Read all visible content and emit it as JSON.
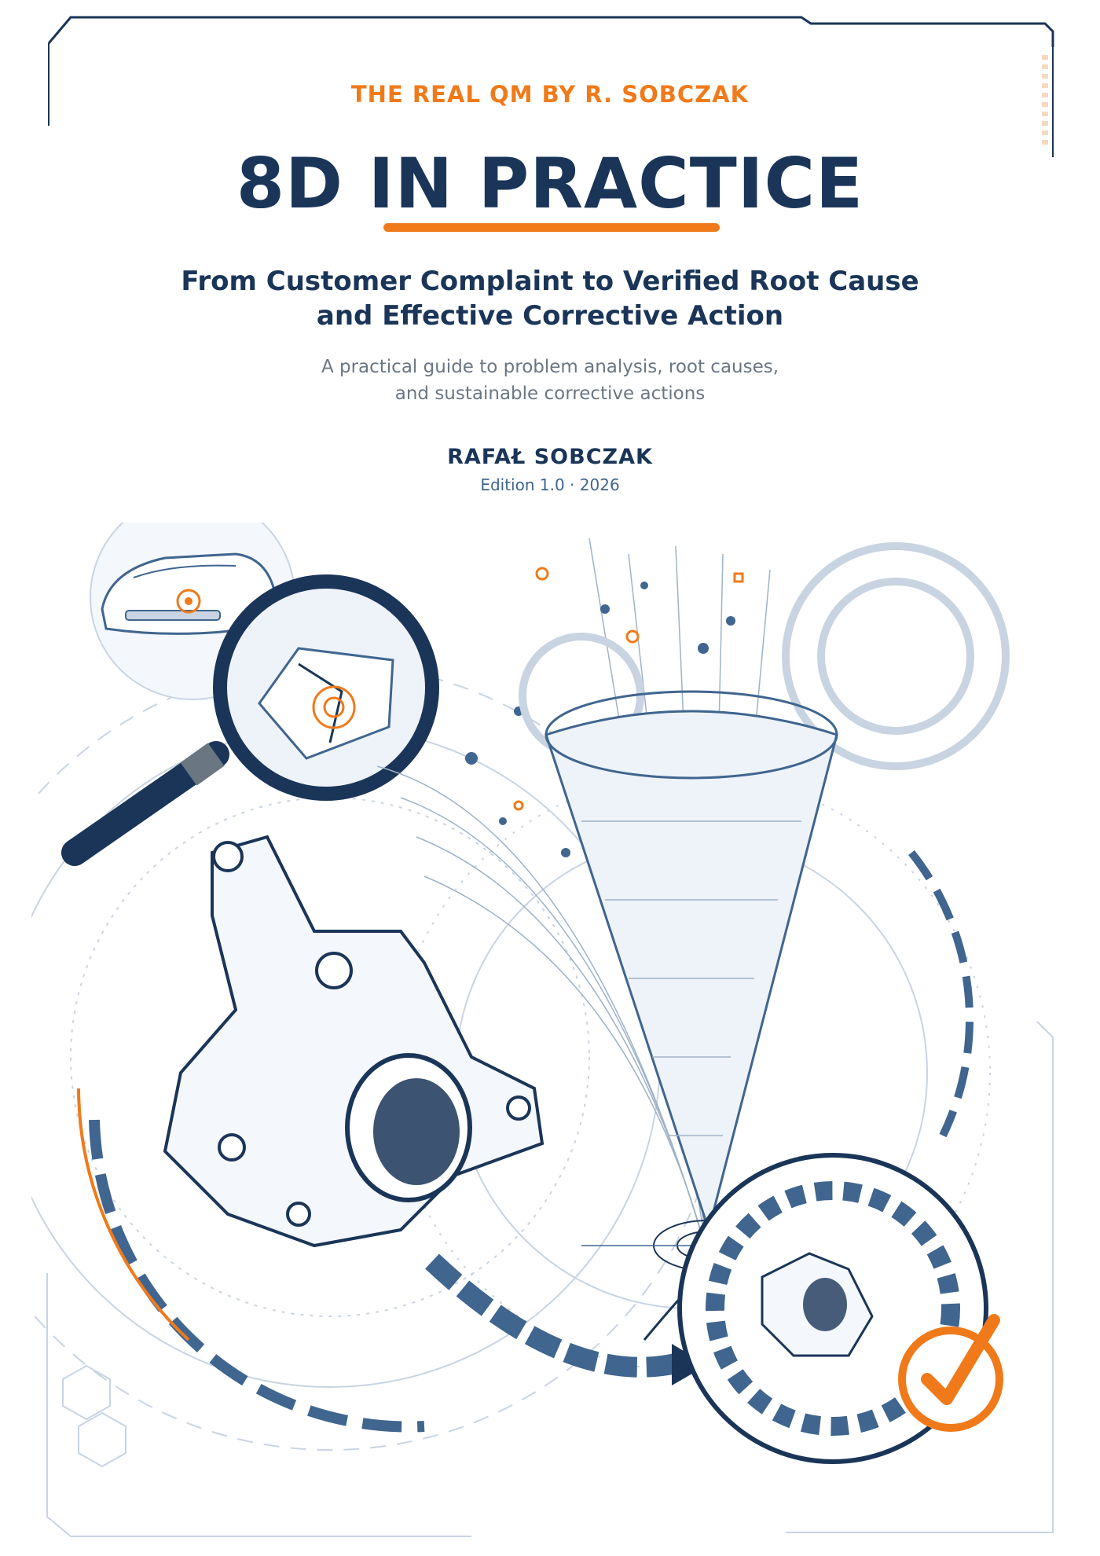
{
  "cover": {
    "series": "THE REAL QM BY R. SOBCZAK",
    "title": "8D IN PRACTICE",
    "subtitle_line1": "From Customer Complaint to Verified Root Cause",
    "subtitle_line2": "and Effective Corrective Action",
    "tagline_line1": "A practical guide to problem analysis, root causes,",
    "tagline_line2": "and sustainable corrective actions",
    "author": "RAFAŁ SOBCZAK",
    "edition": "Edition 1.0 · 2026"
  },
  "colors": {
    "navy": "#1a3558",
    "orange": "#f07a1a",
    "gray_text": "#6b7683",
    "steel": "#40658f",
    "light_line": "#c9d4e2"
  },
  "illustration": {
    "icons": [
      "car-icon",
      "magnifier-icon",
      "steering-knuckle-icon",
      "funnel-icon",
      "gear-icon",
      "target-icon",
      "checkmark-badge-icon"
    ]
  }
}
